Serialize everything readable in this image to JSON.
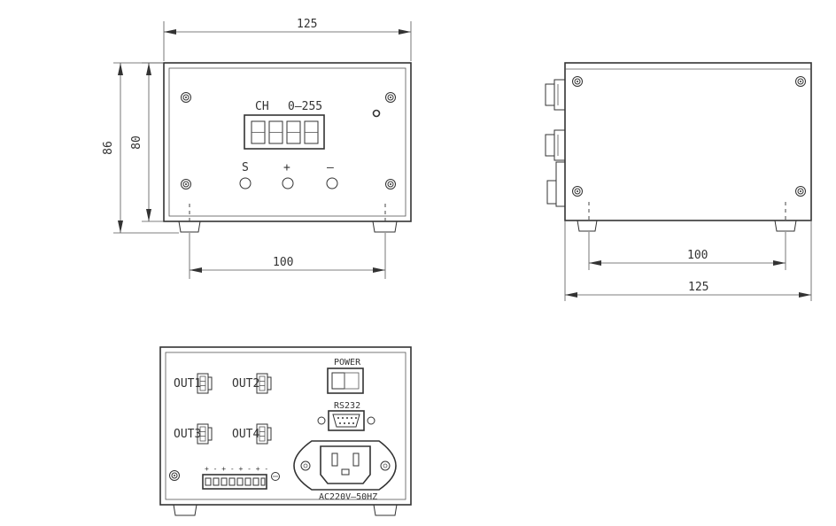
{
  "front_view": {
    "dim_width": "125",
    "dim_foot_spacing": "100",
    "dim_height_outer": "86",
    "dim_height_inner": "80",
    "ch_label": "CH",
    "range_label": "0—255",
    "btn_s": "S",
    "btn_plus": "+",
    "btn_minus": "—"
  },
  "side_view": {
    "dim_foot_spacing": "100",
    "dim_depth": "125"
  },
  "rear_view": {
    "power_label": "POWER",
    "rs232_label": "RS232",
    "out1": "OUT1",
    "out2": "OUT2",
    "out3": "OUT3",
    "out4": "OUT4",
    "terminal_marks": "+ - + - + - + -",
    "ac_label": "AC220V—50HZ"
  }
}
